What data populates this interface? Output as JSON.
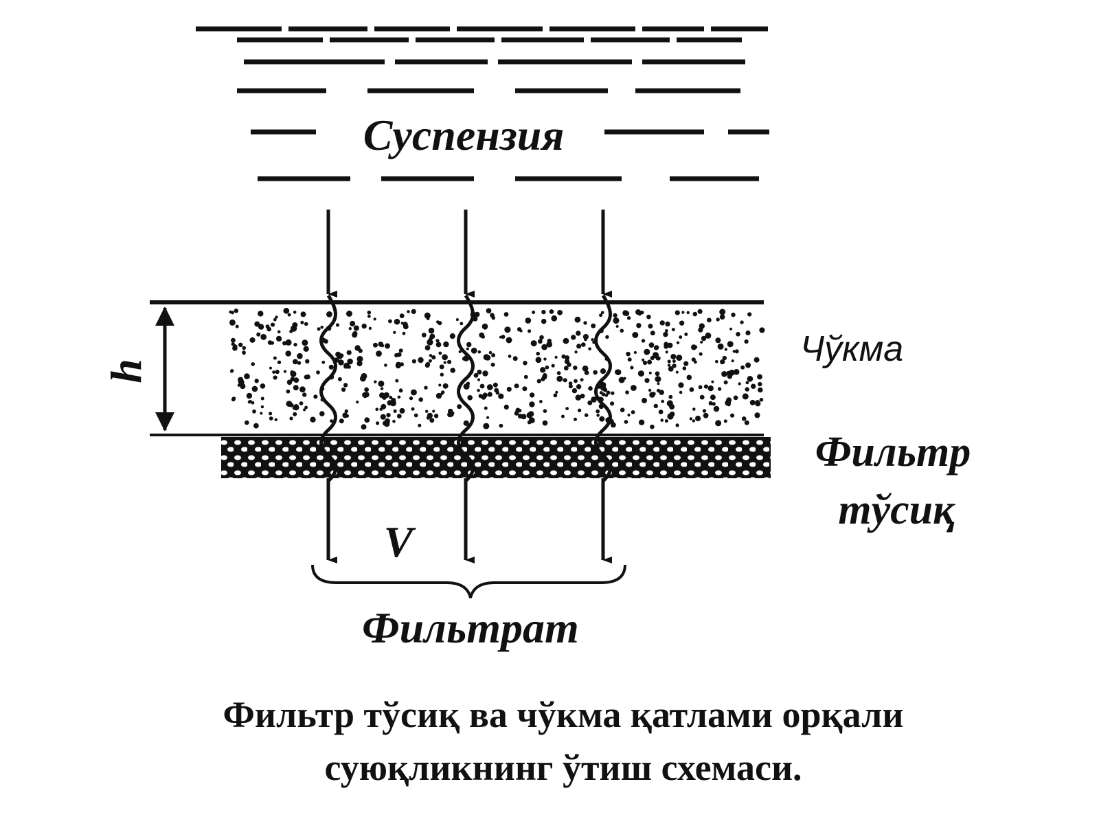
{
  "diagram": {
    "suspension_label": "Суспензия",
    "cake_label": "Чўкма",
    "height_label": "h",
    "filter_label_line1": "Фильтр",
    "filter_label_line2": "тўсиқ",
    "volume_label": "V",
    "filtrate_label": "Фильтрат"
  },
  "caption": {
    "line1": "Фильтр тўсиқ ва чўкма қатлами орқали",
    "line2": "суюқликнинг ўтиш схемаси."
  },
  "colors": {
    "ink": "#111111",
    "background": "#ffffff"
  }
}
